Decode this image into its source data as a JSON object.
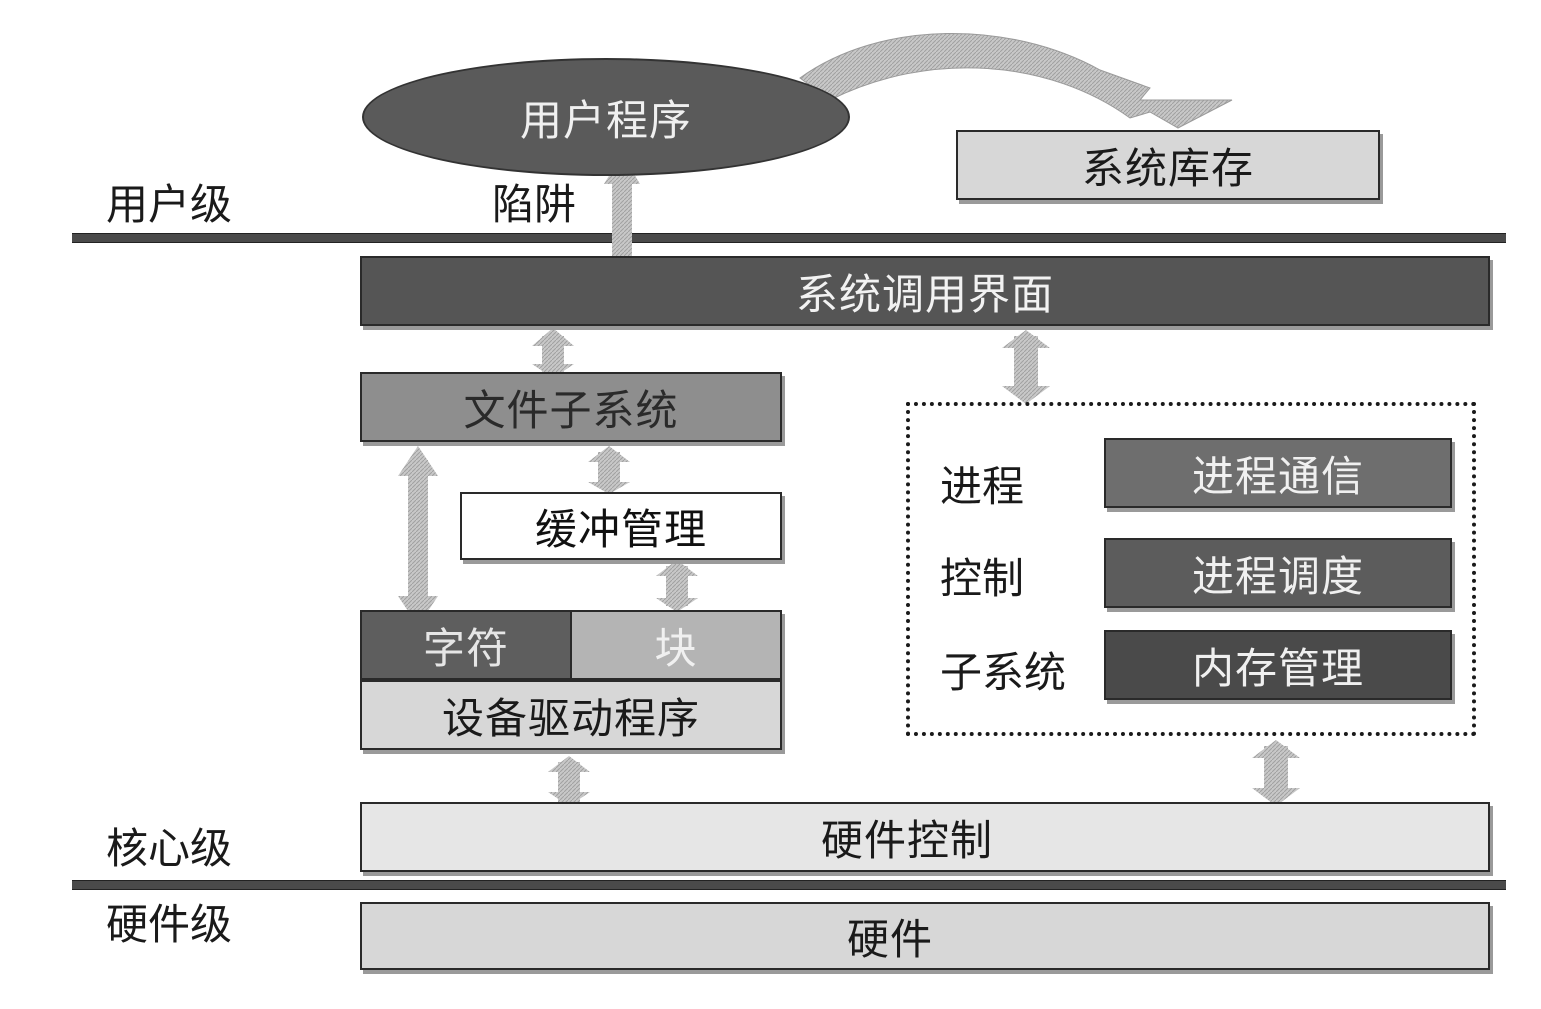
{
  "levels": {
    "user": "用户级",
    "kernel": "核心级",
    "hardware": "硬件级"
  },
  "trap_label": "陷阱",
  "nodes": {
    "user_program": "用户程序",
    "system_library": "系统库存",
    "syscall_interface": "系统调用界面",
    "file_subsystem": "文件子系统",
    "buffer_management": "缓冲管理",
    "char_device": "字符",
    "block_device": "块",
    "device_driver": "设备驱动程序",
    "hardware_control": "硬件控制",
    "hardware": "硬件"
  },
  "process_control": {
    "label_lines": [
      "进程",
      "控制",
      "子系统"
    ],
    "items": [
      "进程通信",
      "进程调度",
      "内存管理"
    ]
  },
  "colors": {
    "dark": "#555555",
    "mid": "#8e8e8e",
    "light": "#d7d7d7",
    "arrow": "#c4c4c4",
    "rule": "#4a4a4a"
  }
}
